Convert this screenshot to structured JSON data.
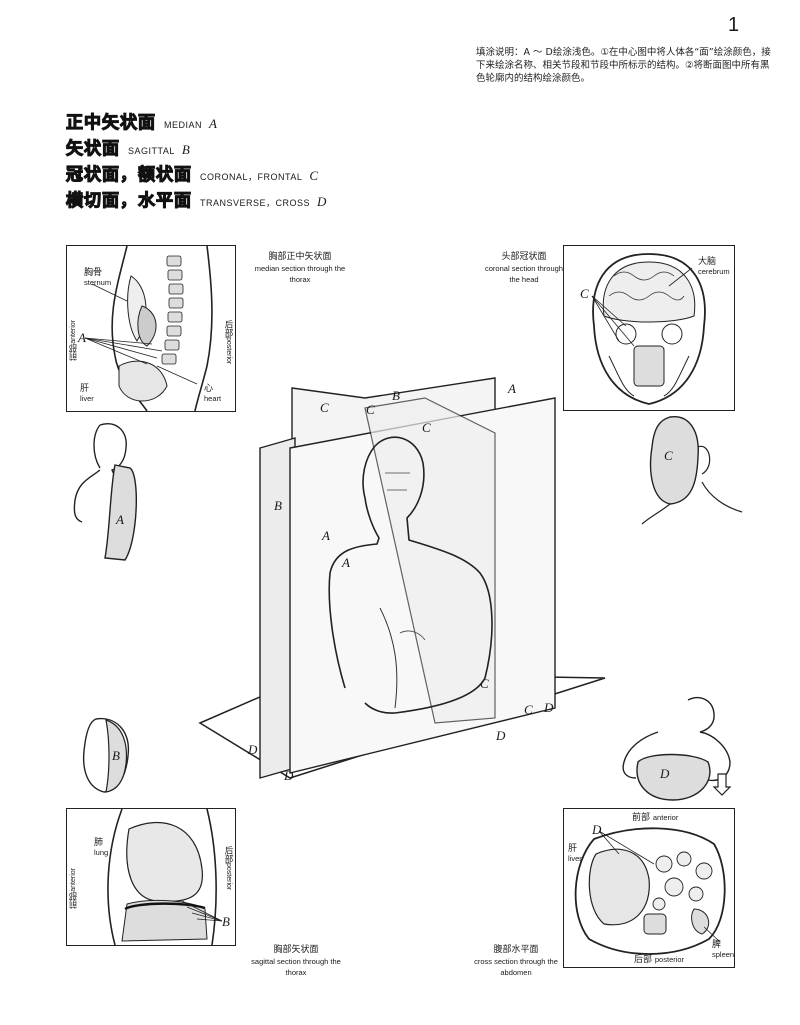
{
  "page_number": "1",
  "instructions": "填涂说明：A ～ D绘涂浅色。①在中心图中将人体各“面”绘涂颜色，接下来绘涂名称、相关节段和节段中所标示的结构。②将断面图中所有黑色轮廓内的结构绘涂颜色。",
  "legend": [
    {
      "cn": "正中矢状面",
      "en": "MEDIAN",
      "letter": "A"
    },
    {
      "cn": "矢状面",
      "en": "SAGITTAL",
      "letter": "B"
    },
    {
      "cn": "冠状面，额状面",
      "en": "CORONAL，FRONTAL",
      "letter": "C"
    },
    {
      "cn": "横切面，水平面",
      "en": "TRANSVERSE，CROSS",
      "letter": "D"
    }
  ],
  "captions": {
    "median_thorax": {
      "cn": "胸部正中矢状面",
      "en": "median section through the thorax"
    },
    "coronal_head": {
      "cn": "头部冠状面",
      "en": "coronal section through the head"
    },
    "sagittal_thorax": {
      "cn": "胸部矢状面",
      "en": "sagittal section through the thorax"
    },
    "cross_abdomen": {
      "cn": "腹部水平面",
      "en": "cross section through the abdomen"
    }
  },
  "labels": {
    "sternum": {
      "cn": "胸骨",
      "en": "sternum"
    },
    "liver": {
      "cn": "肝",
      "en": "liver"
    },
    "heart": {
      "cn": "心",
      "en": "heart"
    },
    "cerebrum": {
      "cn": "大脑",
      "en": "cerebrum"
    },
    "lung": {
      "cn": "肺",
      "en": "lung"
    },
    "spleen": {
      "cn": "脾",
      "en": "spleen"
    },
    "anterior": {
      "cn": "前部",
      "en": "anterior"
    },
    "posterior": {
      "cn": "后部",
      "en": "posterior"
    }
  },
  "letters": {
    "a": "A",
    "b": "B",
    "c": "C",
    "d": "D"
  }
}
